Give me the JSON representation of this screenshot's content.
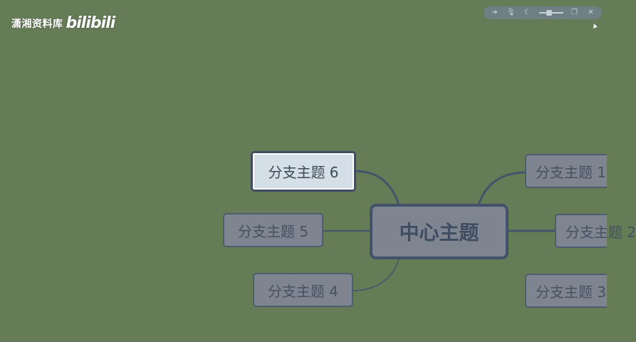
{
  "watermark": {
    "text": "潇湘资料库",
    "logo": "bilibili"
  },
  "toolbar": {
    "icons": [
      "arrow-right-icon",
      "microphone-icon",
      "moon-icon",
      "zoom-slider",
      "window-icon",
      "close-icon"
    ],
    "glyphs": {
      "arrow": "➔",
      "mic": "🎙",
      "moon": "☾",
      "window": "❐",
      "close": "✕"
    }
  },
  "mindmap": {
    "center": "中心主题",
    "branches": {
      "b6": "分支主题 6",
      "b5": "分支主题 5",
      "b4": "分支主题 4",
      "b1": "分支主题 1",
      "b2": "分支主题 2",
      "b3": "分支主题 3"
    }
  },
  "colors": {
    "background": "#657c57",
    "node_fill": "#7e8591",
    "node_border": "#43526a",
    "selected_fill": "#d4dfe7",
    "link": "#44546a"
  }
}
